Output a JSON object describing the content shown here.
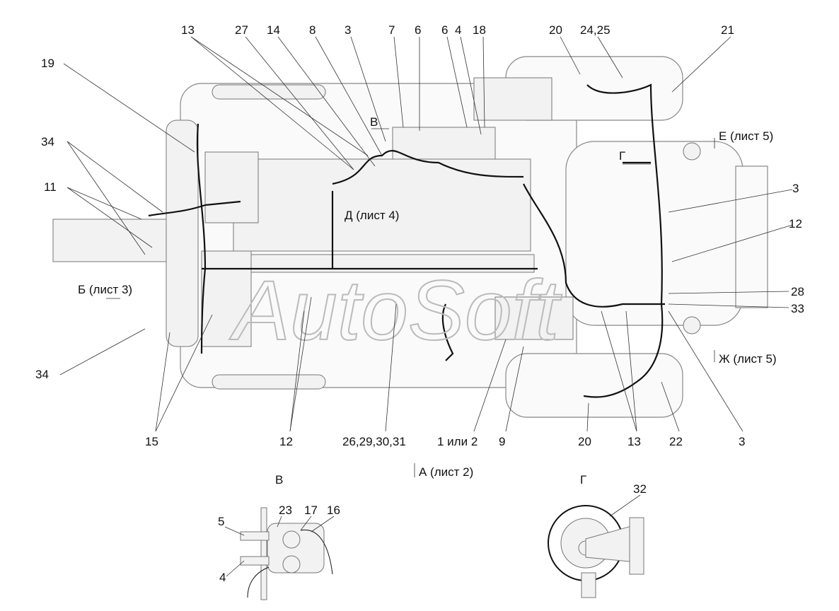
{
  "watermark": "AutoSoft",
  "callouts_top": [
    "13",
    "27",
    "14",
    "8",
    "3",
    "7",
    "6",
    "6",
    "4",
    "18",
    "20",
    "24,25",
    "21"
  ],
  "callouts_left": [
    "19",
    "34",
    "11",
    "34",
    "15"
  ],
  "callouts_bottom": [
    "12",
    "26,29,30,31",
    "1 или 2",
    "9",
    "20",
    "13",
    "22",
    "3"
  ],
  "callouts_right": [
    "3",
    "12",
    "28",
    "33"
  ],
  "view_refs": {
    "b": "Б (лист 3)",
    "v": "В",
    "d": "Д (лист 4)",
    "g": "Г",
    "e": "Е (лист 5)",
    "zh": "Ж (лист 5)",
    "a": "А (лист 2)"
  },
  "detail_v": {
    "title": "В",
    "callouts": [
      "5",
      "23",
      "17",
      "16",
      "4"
    ]
  },
  "detail_g": {
    "title": "Г",
    "callouts": [
      "32"
    ]
  }
}
